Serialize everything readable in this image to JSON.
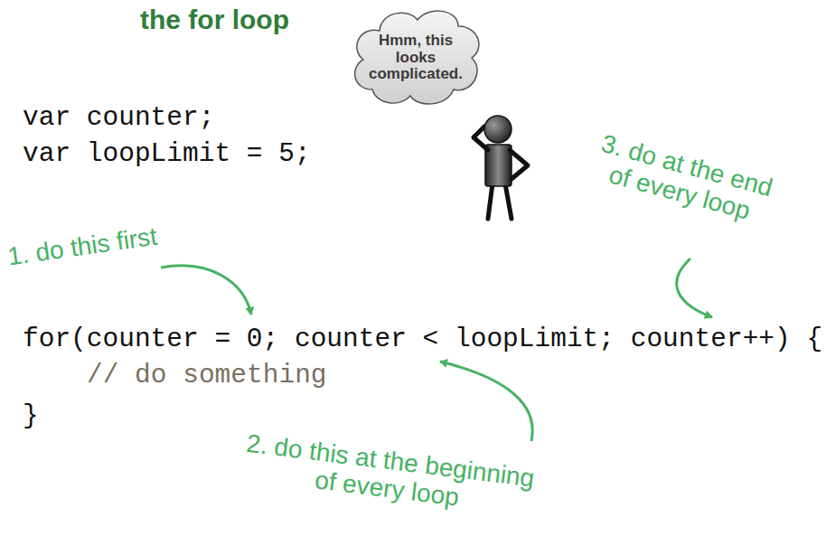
{
  "diagram": {
    "title": "the for loop",
    "nodes": [
      {
        "text": [
          "Hmm, this looks complicated."
        ]
      }
    ],
    "labels": [
      "var counter;",
      "var loopLimit = 5;",
      "for(counter = 0; counter < loopLimit; counter++) {",
      "// do something",
      "}",
      "1. do this first",
      "2. do this at the beginning of every loop",
      "3. do at the end of every loop"
    ]
  }
}
